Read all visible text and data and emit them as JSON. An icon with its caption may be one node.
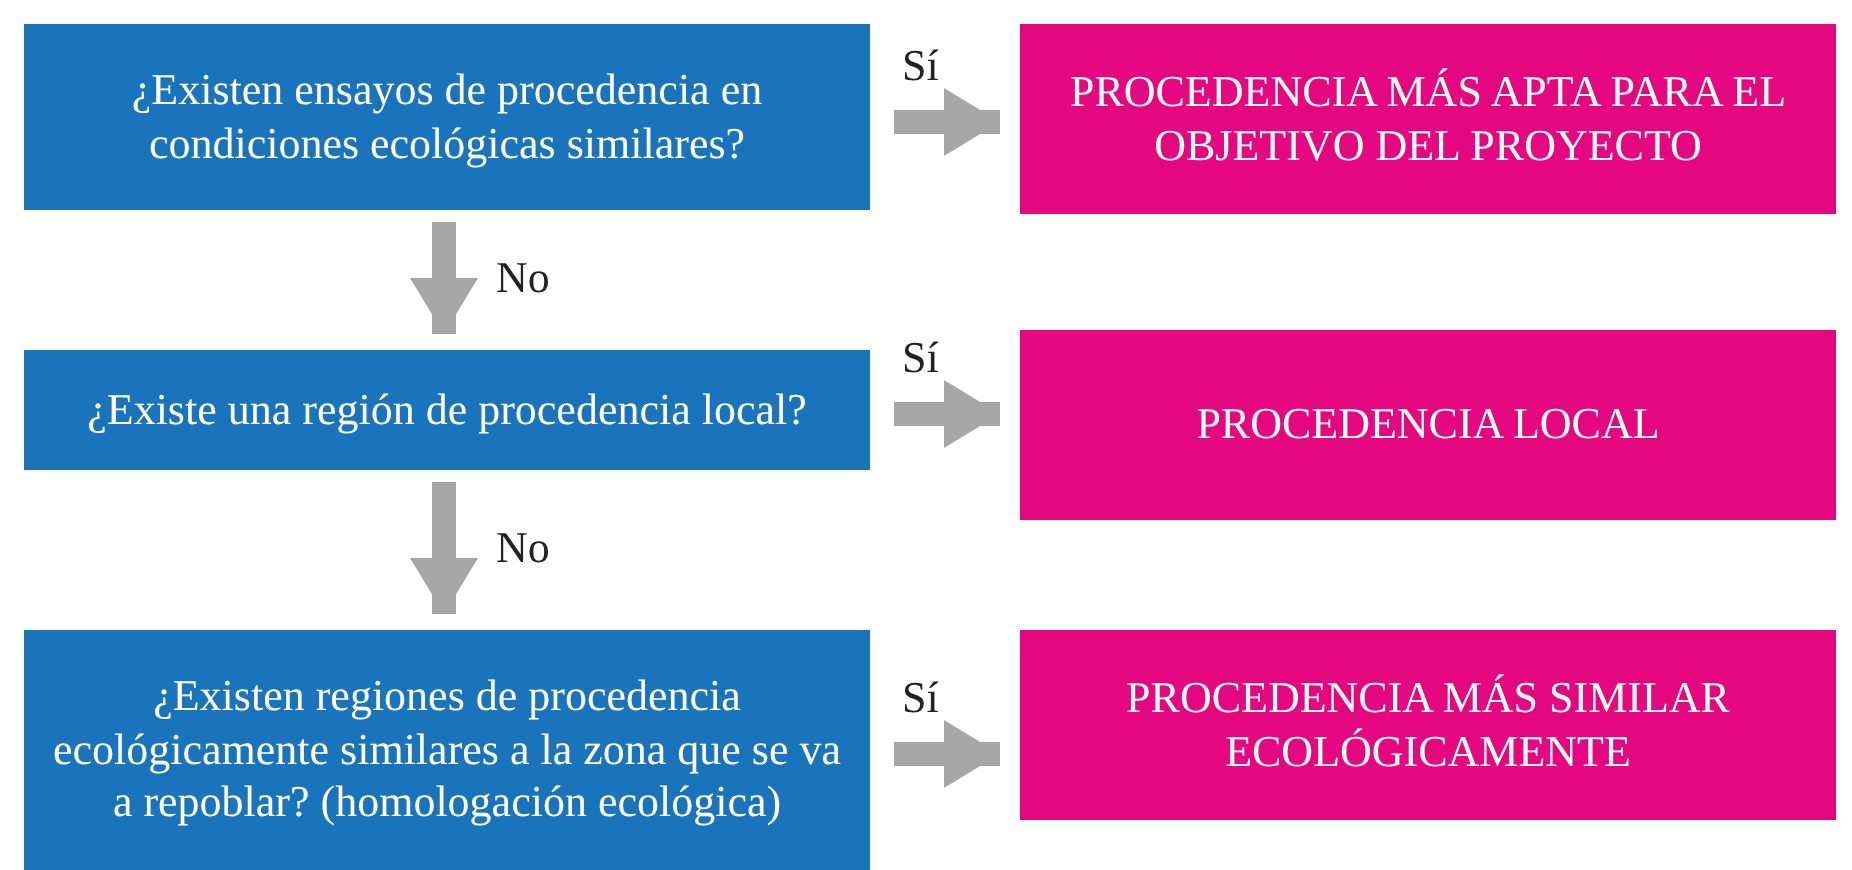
{
  "diagram": {
    "nodes": [
      {
        "text": [
          "¿Existen ensayos de procedencia en condiciones ecológicas similares?"
        ]
      },
      {
        "text": [
          "PROCEDENCIA MÁS APTA PARA EL OBJETIVO DEL PROYECTO"
        ]
      },
      {
        "text": [
          "¿Existe una región de procedencia local?"
        ]
      },
      {
        "text": [
          "PROCEDENCIA LOCAL"
        ]
      },
      {
        "text": [
          "¿Existen regiones de procedencia ecológicamente similares a la zona que se va a repoblar? (homologación ecológica)"
        ]
      },
      {
        "text": [
          "PROCEDENCIA MÁS SIMILAR ECOLÓGICAMENTE"
        ]
      }
    ],
    "edges": [
      {
        "from": 0,
        "to": 1,
        "arrow": "to",
        "label": "Sí"
      },
      {
        "from": 0,
        "to": 2,
        "arrow": "to",
        "label": "No"
      },
      {
        "from": 2,
        "to": 3,
        "arrow": "to",
        "label": "Sí"
      },
      {
        "from": 2,
        "to": 4,
        "arrow": "to",
        "label": "No"
      },
      {
        "from": 4,
        "to": 5,
        "arrow": "to",
        "label": "Sí"
      }
    ]
  }
}
